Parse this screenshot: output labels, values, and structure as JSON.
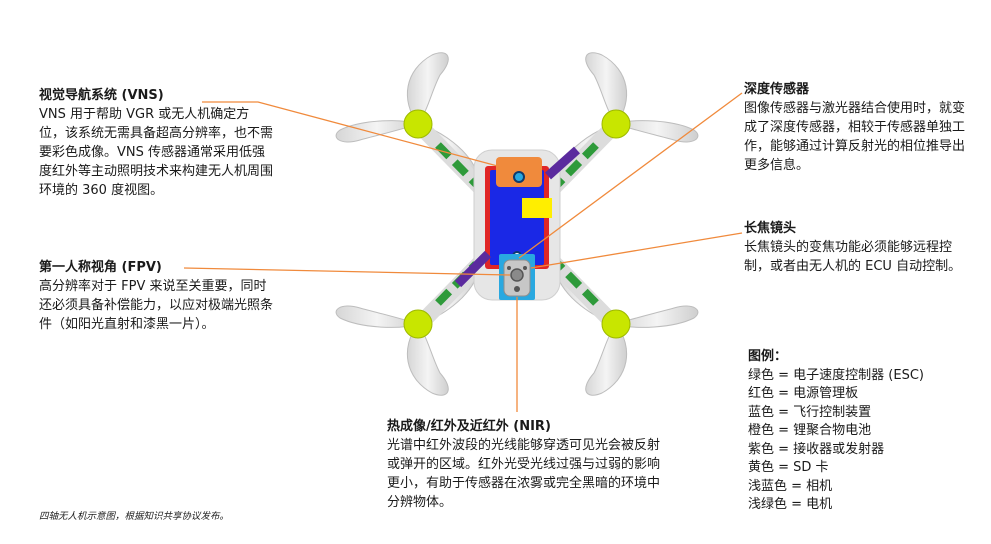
{
  "labels": {
    "vns": {
      "title": "视觉导航系统 (VNS)",
      "body": "VNS 用于帮助 VGR 或无人机确定方位，该系统无需具备超高分辨率，也不需要彩色成像。VNS 传感器通常采用低强度红外等主动照明技术来构建无人机周围环境的 360 度视图。"
    },
    "fpv": {
      "title": "第一人称视角 (FPV)",
      "body": "高分辨率对于 FPV 来说至关重要，同时还必须具备补偿能力，以应对极端光照条件（如阳光直射和漆黑一片）。"
    },
    "depth": {
      "title": "深度传感器",
      "body": "图像传感器与激光器结合使用时，就变成了深度传感器，相较于传感器单独工作，能够通过计算反射光的相位推导出更多信息。"
    },
    "tele": {
      "title": "长焦镜头",
      "body": "长焦镜头的变焦功能必须能够远程控制，或者由无人机的 ECU 自动控制。"
    },
    "thermal": {
      "title": "热成像/红外及近红外 (NIR)",
      "body": "光谱中红外波段的光线能够穿透可见光会被反射或弹开的区域。红外光受光线过强与过弱的影响更小，有助于传感器在浓雾或完全黑暗的环境中分辨物体。"
    }
  },
  "legend": {
    "title": "图例：",
    "items": [
      "绿色 = 电子速度控制器 (ESC)",
      "红色 = 电源管理板",
      "蓝色 = 飞行控制装置",
      "橙色 = 锂聚合物电池",
      "紫色 = 接收器或发射器",
      "黄色 = SD 卡",
      "浅蓝色 = 相机",
      "浅绿色 = 电机"
    ]
  },
  "caption": "四轴无人机示意图，根据知识共享协议发布。",
  "colors": {
    "leader_line": "#f08a3c",
    "esc": "#2e9a3a",
    "power_board": "#e02626",
    "flight_controller": "#1a28e6",
    "battery": "#f08a3c",
    "receiver": "#5b2a9e",
    "sd_card": "#ffee00",
    "camera": "#29a8e0",
    "motor": "#c8e600"
  }
}
